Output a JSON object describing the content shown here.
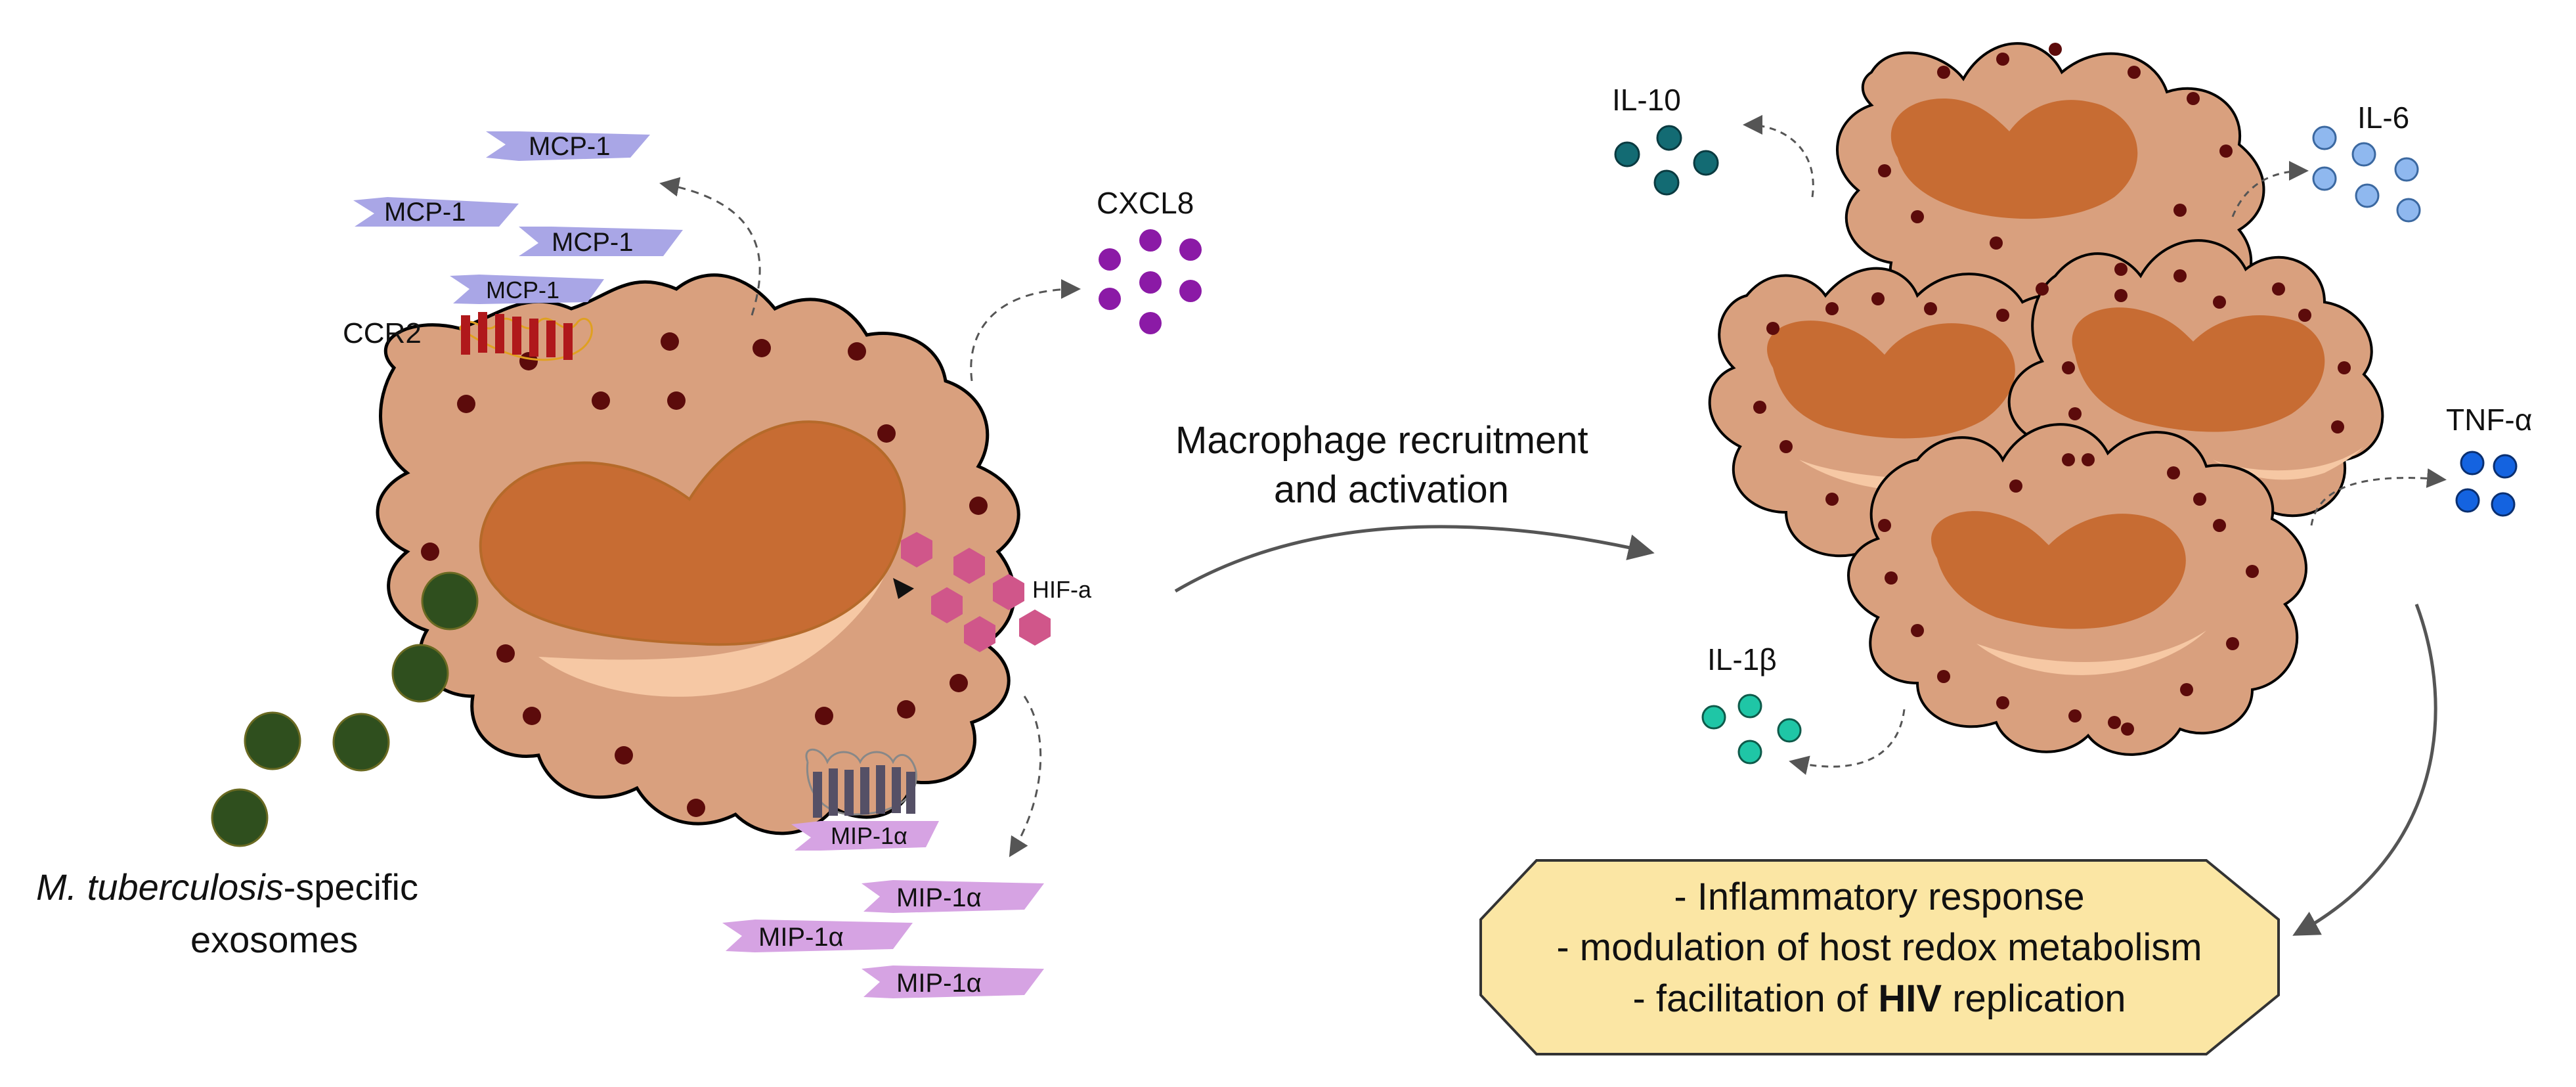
{
  "left_cell": {
    "ccr2_label": "CCR2",
    "mcp_labels": [
      "MCP-1",
      "MCP-1",
      "MCP-1",
      "MCP-1"
    ],
    "cxcl8_label": "CXCL8",
    "hif_label": "HIF-a",
    "mip_labels": [
      "MIP-1α",
      "MIP-1α",
      "MIP-1α",
      "MIP-1α"
    ],
    "exosome_label_italic": "M. tuberculosis",
    "exosome_label_rest": "-specific",
    "exosome_label_line2": "exosomes"
  },
  "center": {
    "line1": "Macrophage recruitment",
    "line2": "and activation"
  },
  "right_cluster": {
    "il10_label": "IL-10",
    "il6_label": "IL-6",
    "tnf_label": "TNF-α",
    "il1b_label": "IL-1β"
  },
  "outcome_box": {
    "line1": "- Inflammatory response",
    "line2": "- modulation of host redox metabolism",
    "line3_prefix": "- facilitation of ",
    "line3_bold": "HIV",
    "line3_suffix": " replication"
  },
  "colors": {
    "cytoplasm": "#d9a07e",
    "nucleus": "#c76c33",
    "granule": "#5c0b0b",
    "exosome": "#2f4f1e",
    "mcp": "#a9a6e6",
    "mip": "#d6a3e3",
    "ccr2": "#b0181b",
    "cxcl8": "#8b1aa6",
    "hif": "#d0568a",
    "il10": "#136b73",
    "il6": "#8fb8ef",
    "tnf": "#1463e0",
    "il1b": "#1fc6a6",
    "box_fill": "#fbe6a4"
  }
}
